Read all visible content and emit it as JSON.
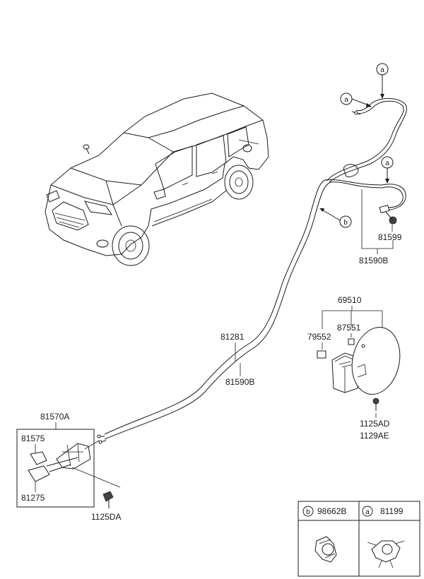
{
  "labels": {
    "p81281": "81281",
    "p81590B_center": "81590B",
    "p81590B_right": "81590B",
    "p81599": "81599",
    "p69510": "69510",
    "p79552": "79552",
    "p87551": "87551",
    "p1125AD": "1125AD",
    "p1129AE": "1129AE",
    "p81570A": "81570A",
    "p81575": "81575",
    "p81275": "81275",
    "p1125DA": "1125DA"
  },
  "callouts": {
    "a_top": "a",
    "a_left": "a",
    "a_right": "a",
    "b_center": "b"
  },
  "legend": {
    "b_key": "b",
    "b_part": "98662B",
    "a_key": "a",
    "a_part": "81199"
  }
}
